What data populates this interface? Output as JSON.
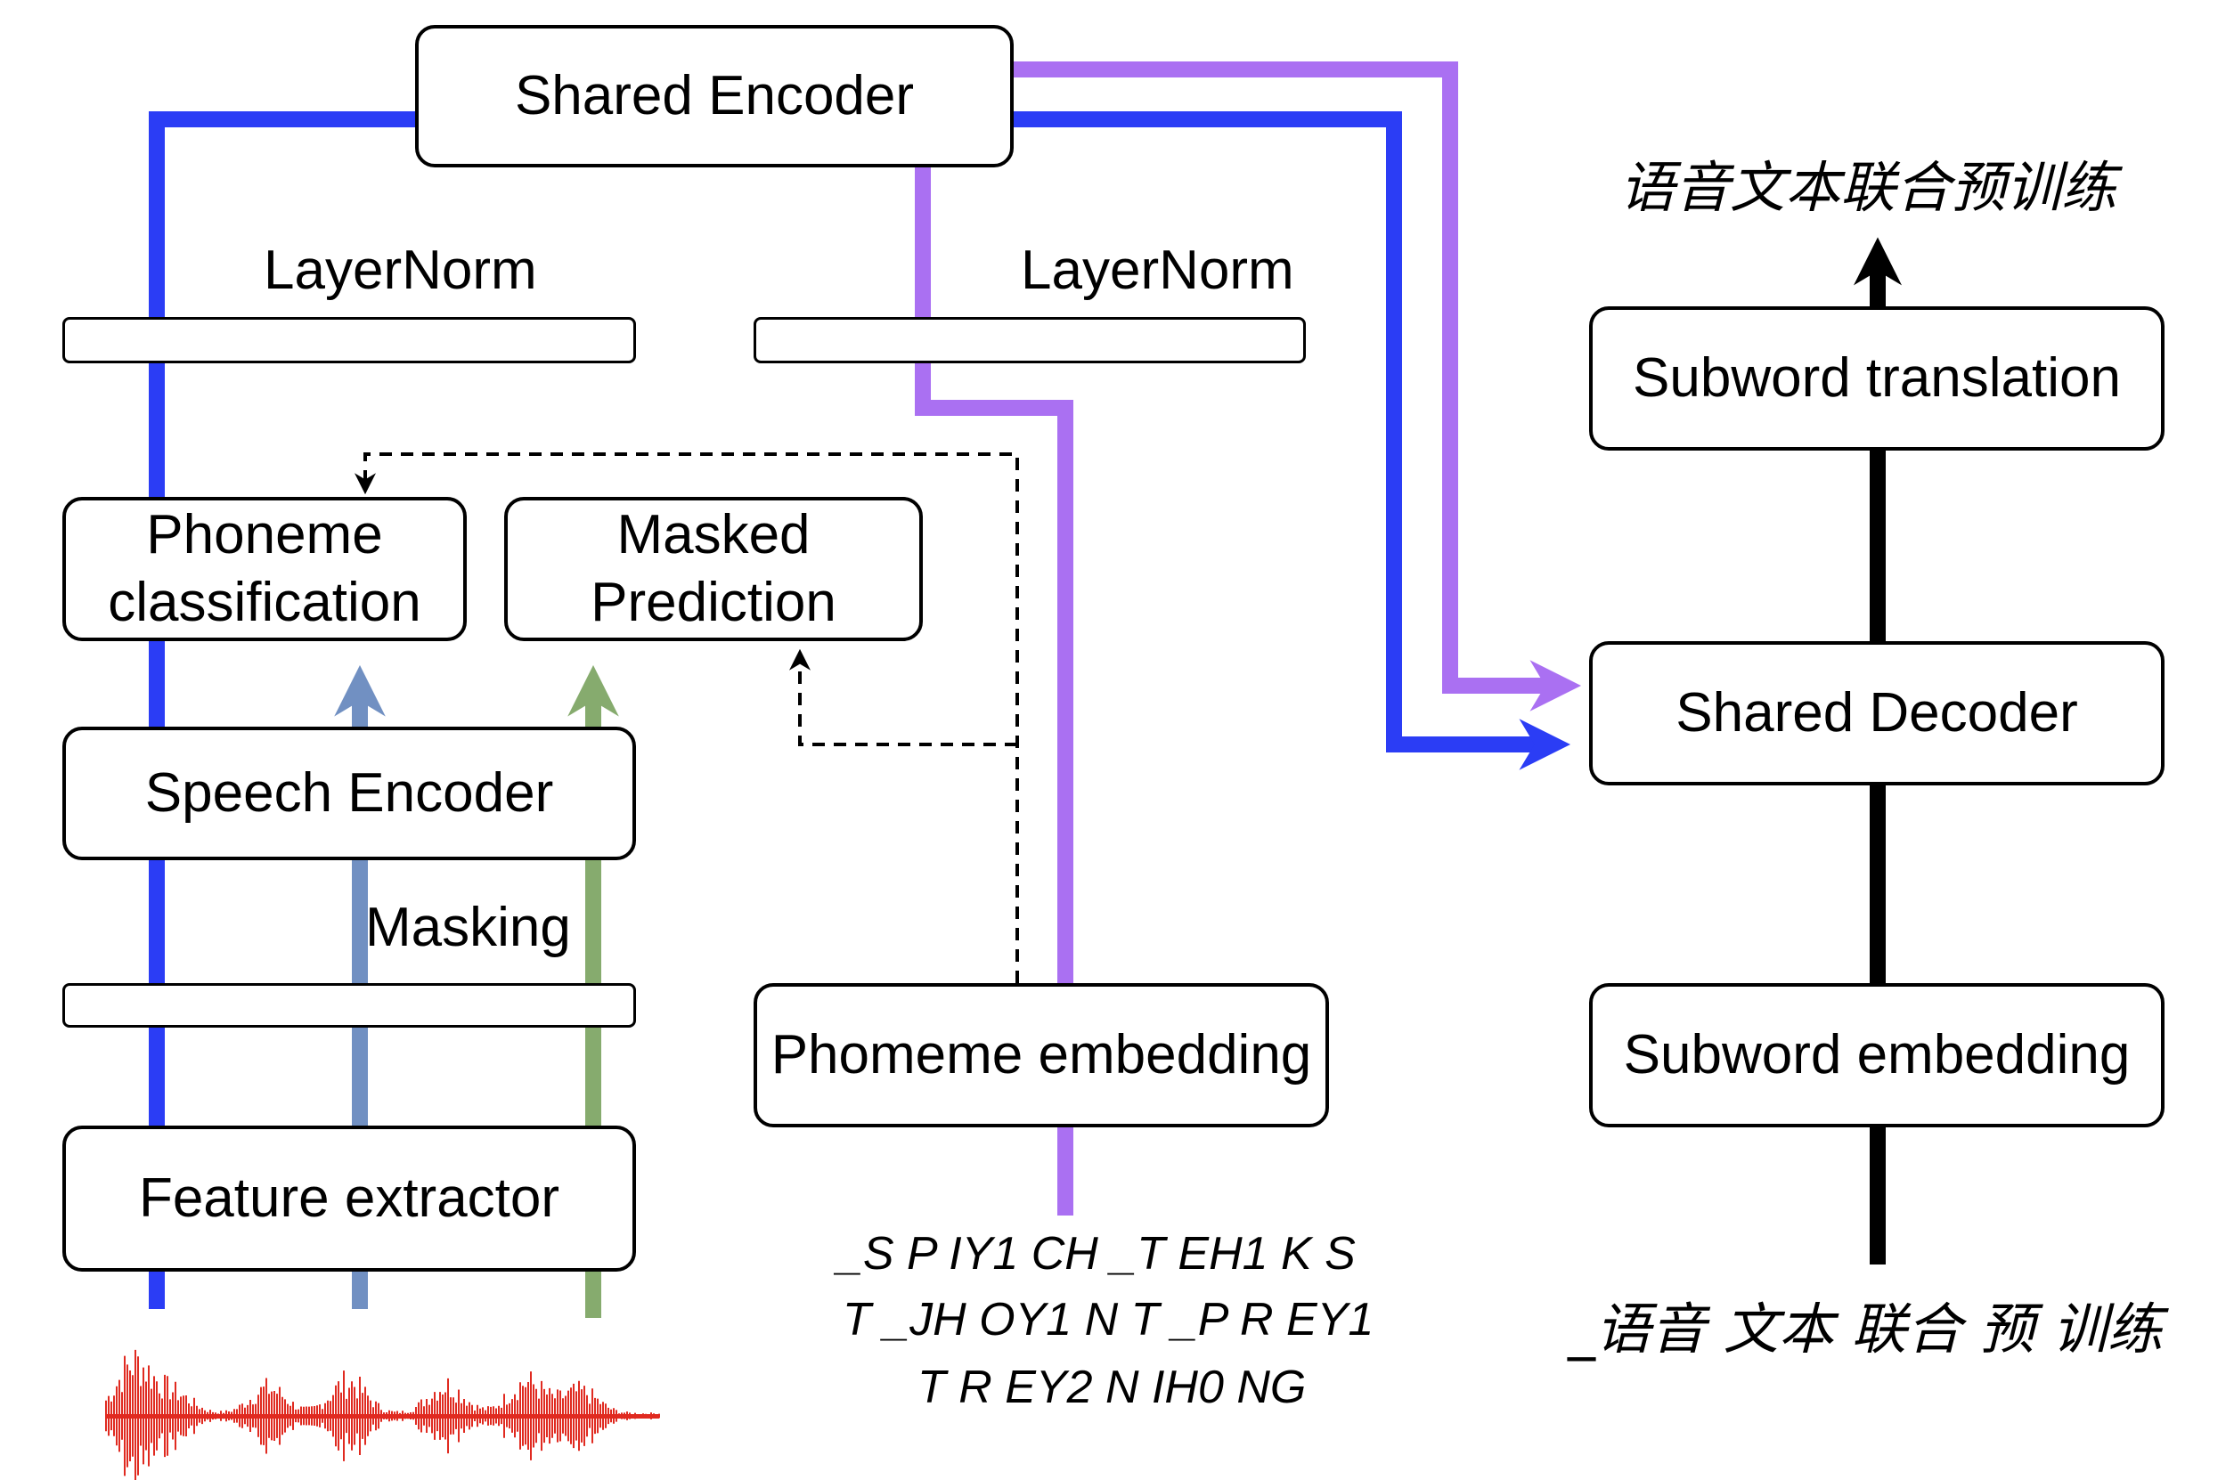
{
  "encoder": {
    "shared_encoder": "Shared Encoder"
  },
  "layernorm": {
    "left": "LayerNorm",
    "right": "LayerNorm"
  },
  "speech_branch": {
    "phoneme_classification": [
      "Phoneme",
      "classification"
    ],
    "masked_prediction": [
      "Masked",
      "Prediction"
    ],
    "speech_encoder": "Speech Encoder",
    "masking": "Masking",
    "feature_extractor": "Feature extractor"
  },
  "text_branch": {
    "phoneme_embedding": "Phomeme embedding",
    "phoneme_sequence": [
      "_S P IY1 CH  _T EH1 K S",
      "T _JH OY1 N T _P R EY1",
      "T R EY2 N IH0 NG"
    ]
  },
  "decoder": {
    "output_text": "语音文本联合预训练",
    "subword_translation": "Subword translation",
    "shared_decoder": "Shared Decoder",
    "subword_embedding": "Subword embedding",
    "subword_input": "_语音 文本 联合 预 训练"
  },
  "colors": {
    "speech_path": "#2b3df5",
    "text_path": "#aa70f2",
    "classification_arrow": "#7190c2",
    "masked_arrow": "#86ab6e",
    "waveform": "#e02a20"
  }
}
